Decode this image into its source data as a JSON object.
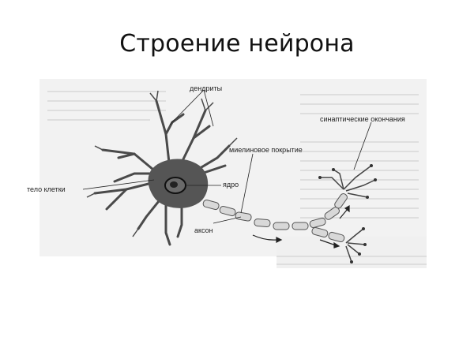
{
  "slide": {
    "title": "Строение нейрона"
  },
  "diagram": {
    "labels": {
      "dendrites": "дендриты",
      "cell_body": "тело клетки",
      "nucleus": "ядро",
      "axon": "аксон",
      "myelin": "миелиновое покрытие",
      "synaptic": "синаптические окончания"
    },
    "colors": {
      "cell": "#555555",
      "nucleus": "#333333",
      "myelin": "#d8d8d8",
      "background": "#f2f2f2"
    }
  }
}
